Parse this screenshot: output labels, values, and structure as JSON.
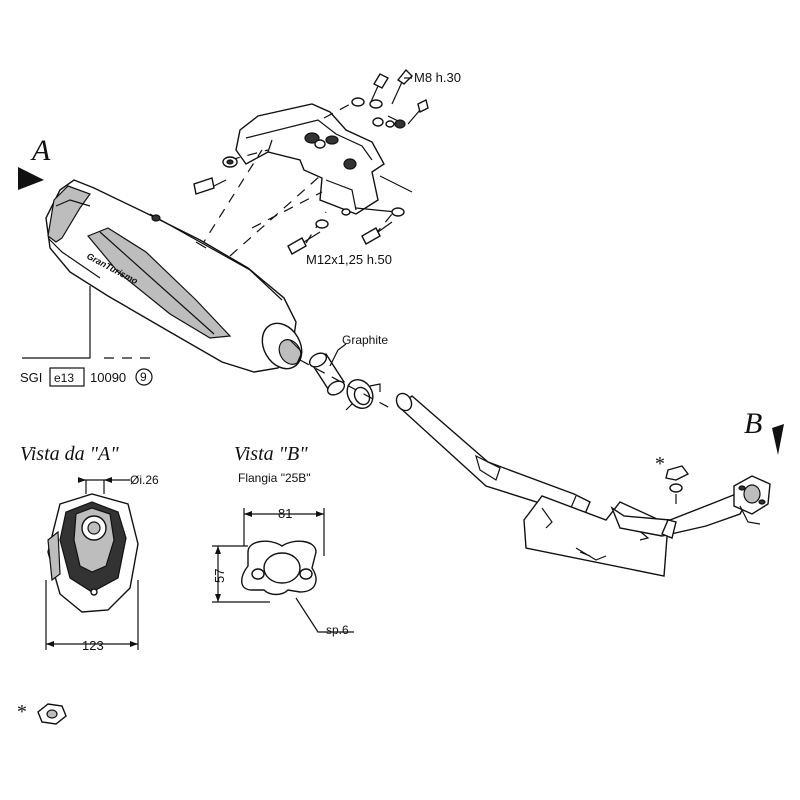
{
  "labels": {
    "view_a_marker": "A",
    "view_b_marker": "B",
    "bolt_top": "M8 h.30",
    "bolt_bottom": "M12x1,25 h.50",
    "graphite": "Graphite",
    "homologation_prefix": "SGI",
    "homologation_mark": "e13",
    "homologation_number": "10090",
    "homologation_circle": "9",
    "brand_text": "GranTurismo",
    "vista_a_title": "Vista  da  \"A\"",
    "vista_a_diameter": "Øi.26",
    "vista_a_width": "123",
    "vista_b_title": "Vista   \"B\"",
    "vista_b_subtitle": "Flangia \"25B\"",
    "flange_width": "81",
    "flange_height": "57",
    "flange_thickness": "sp.6",
    "asterisk_top": "*",
    "asterisk_bottom": "*"
  }
}
